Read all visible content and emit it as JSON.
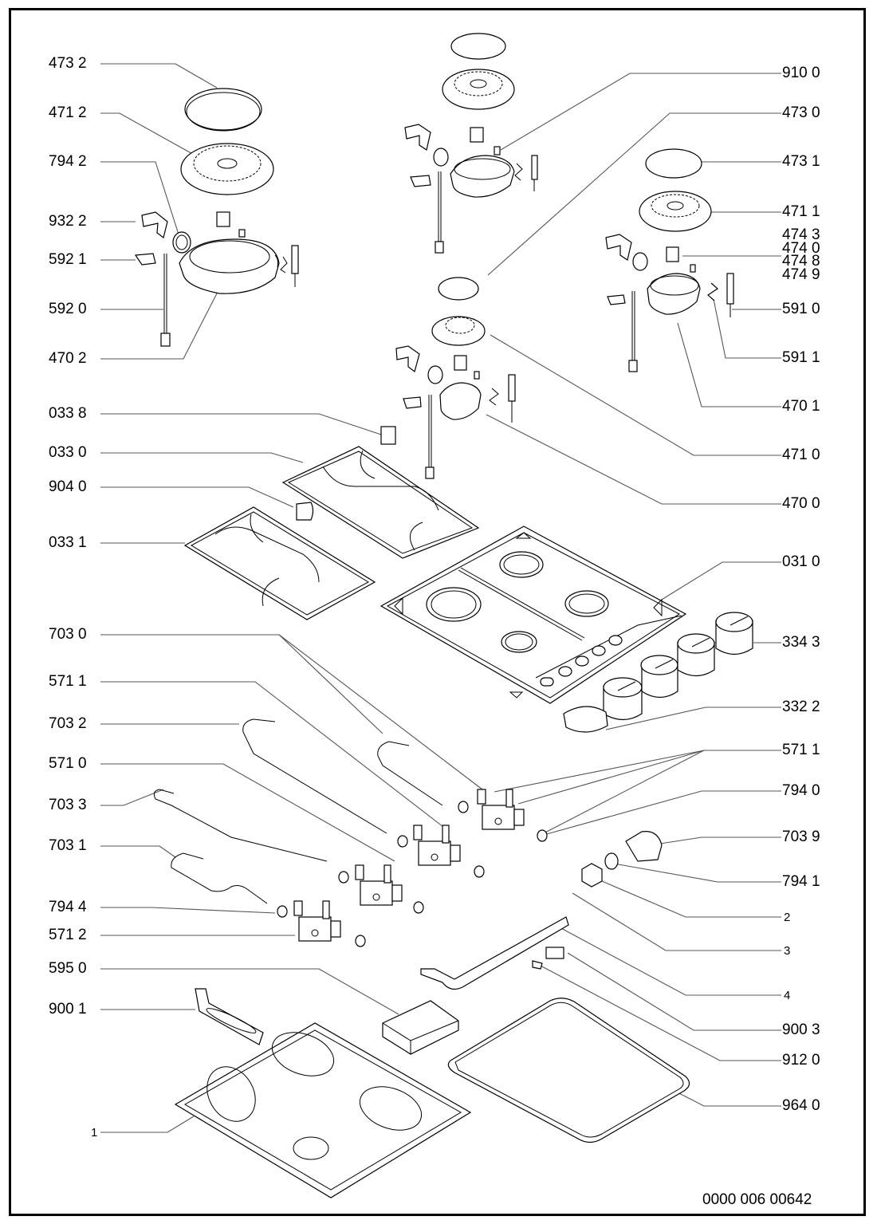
{
  "title": "Gas hob exploded parts diagram",
  "document_number": "0000 006 00642",
  "labels_left": [
    {
      "id": "473-2",
      "text": "473 2"
    },
    {
      "id": "471-2",
      "text": "471 2"
    },
    {
      "id": "794-2",
      "text": "794 2"
    },
    {
      "id": "932-2",
      "text": "932 2"
    },
    {
      "id": "592-1",
      "text": "592 1"
    },
    {
      "id": "592-0",
      "text": "592 0"
    },
    {
      "id": "470-2",
      "text": "470 2"
    },
    {
      "id": "033-8",
      "text": "033 8"
    },
    {
      "id": "033-0",
      "text": "033 0"
    },
    {
      "id": "904-0",
      "text": "904 0"
    },
    {
      "id": "033-1",
      "text": "033 1"
    },
    {
      "id": "703-0",
      "text": "703 0"
    },
    {
      "id": "571-1",
      "text": "571 1"
    },
    {
      "id": "703-2",
      "text": "703 2"
    },
    {
      "id": "571-0",
      "text": "571 0"
    },
    {
      "id": "703-3",
      "text": "703 3"
    },
    {
      "id": "703-1",
      "text": "703 1"
    },
    {
      "id": "794-4",
      "text": "794 4"
    },
    {
      "id": "571-2",
      "text": "571 2"
    },
    {
      "id": "595-0",
      "text": "595 0"
    },
    {
      "id": "900-1",
      "text": "900 1"
    },
    {
      "id": "1",
      "text": "1"
    }
  ],
  "labels_right": [
    {
      "id": "910-0",
      "text": "910 0"
    },
    {
      "id": "473-0",
      "text": "473 0"
    },
    {
      "id": "473-1",
      "text": "473 1"
    },
    {
      "id": "471-1",
      "text": "471 1"
    },
    {
      "id": "591-0",
      "text": "591 0"
    },
    {
      "id": "591-1",
      "text": "591 1"
    },
    {
      "id": "470-1",
      "text": "470 1"
    },
    {
      "id": "471-0",
      "text": "471 0"
    },
    {
      "id": "470-0",
      "text": "470 0"
    },
    {
      "id": "031-0",
      "text": "031 0"
    },
    {
      "id": "334-3",
      "text": "334 3"
    },
    {
      "id": "332-2",
      "text": "332 2"
    },
    {
      "id": "571-1b",
      "text": "571 1"
    },
    {
      "id": "794-0",
      "text": "794 0"
    },
    {
      "id": "703-9",
      "text": "703 9"
    },
    {
      "id": "794-1",
      "text": "794 1"
    },
    {
      "id": "2",
      "text": "2"
    },
    {
      "id": "3",
      "text": "3"
    },
    {
      "id": "4",
      "text": "4"
    },
    {
      "id": "900-3",
      "text": "900 3"
    },
    {
      "id": "912-0",
      "text": "912 0"
    },
    {
      "id": "964-0",
      "text": "964 0"
    }
  ],
  "label_stack_474": [
    "474 3",
    "474 0",
    "474 8",
    "474 9"
  ]
}
